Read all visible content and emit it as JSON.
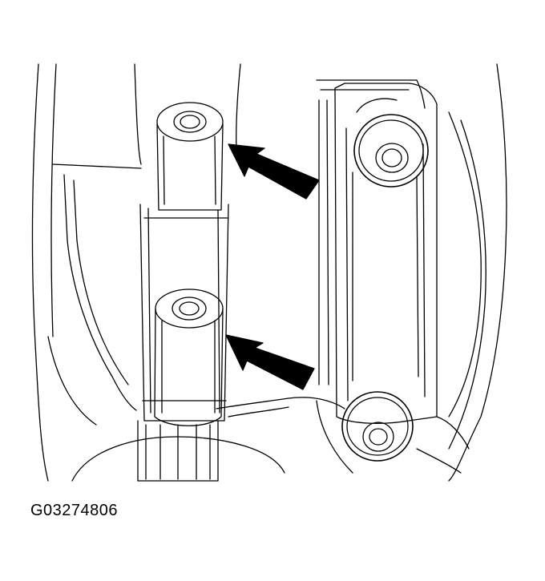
{
  "figure": {
    "id_label": "G03274806"
  },
  "colors": {
    "line": "#000000",
    "background": "#ffffff"
  },
  "callouts": [
    {
      "name": "upper-arrow",
      "points_to": "upper-bushing"
    },
    {
      "name": "lower-arrow",
      "points_to": "lower-bushing"
    }
  ]
}
